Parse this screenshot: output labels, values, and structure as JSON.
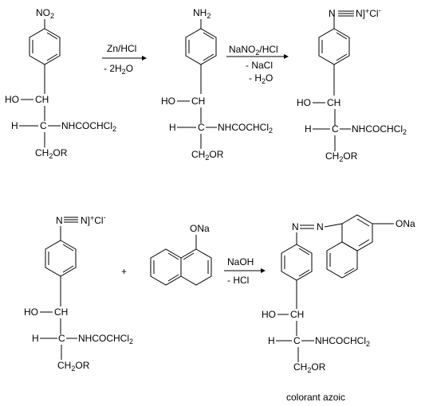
{
  "m1": {
    "sub": "NO",
    "sub2": "2"
  },
  "m2": {
    "sub": "NH",
    "sub2": "2"
  },
  "diazo": {
    "n": "N",
    "n2": "N]",
    "pl": "+",
    "cl": "Cl",
    "minus": "-"
  },
  "chain": {
    "hoch": "HO",
    "ch": "CH",
    "h": "H",
    "c": "C",
    "amide": "NHCOCHCl",
    "amide_sub": "2",
    "ch2or_a": "CH",
    "ch2or_b": "OR",
    "ch2or_sub": "2"
  },
  "arrows": {
    "a1_top": "Zn/HCl",
    "a1_bot_a": "- 2H",
    "a1_bot_sub": "2",
    "a1_bot_b": "O",
    "a2_top_a": "NaNO",
    "a2_top_sub": "2",
    "a2_top_b": "/HCl",
    "a2_mid": "- NaCl",
    "a2_bot_a": "- H",
    "a2_bot_sub": "2",
    "a2_bot_b": "O",
    "a3_top": "NaOH",
    "a3_bot": "- HCl"
  },
  "plus": "+",
  "naphthol": "ONa",
  "product_label": "colorant azoic",
  "product": {
    "n1": "N",
    "eq": "=",
    "n2": "N"
  }
}
